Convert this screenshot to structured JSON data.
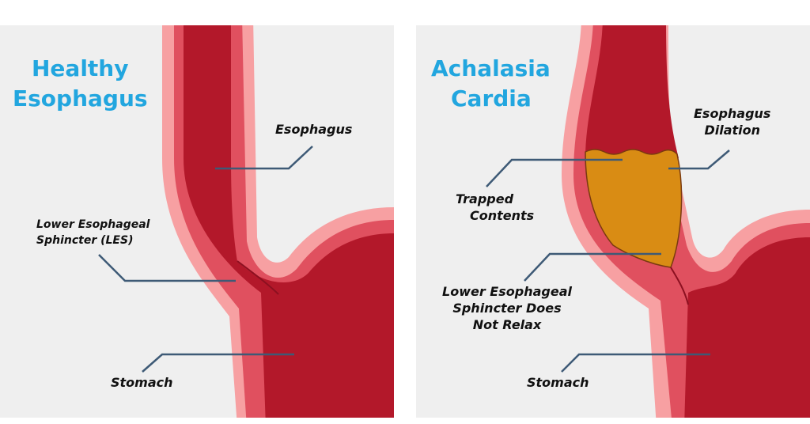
{
  "panels": [
    {
      "title": [
        "Healthy",
        "Esophagus"
      ],
      "labels": {
        "esophagus": "Esophagus",
        "les": [
          "Lower Esophageal",
          "Sphincter (LES)"
        ],
        "stomach": "Stomach"
      }
    },
    {
      "title": [
        "Achalasia",
        "Cardia"
      ],
      "labels": {
        "dilation": [
          "Esophagus",
          "Dilation"
        ],
        "trapped": [
          "Trapped",
          "Contents"
        ],
        "les": [
          "Lower Esophageal",
          "Sphincter Does",
          "Not Relax"
        ],
        "stomach": "Stomach"
      }
    }
  ],
  "colors": {
    "background": "#efefef",
    "outer": "#f7a0a2",
    "wall": "#e0505f",
    "lumen": "#b3182a",
    "contents": "#d98c14",
    "leader": "#3e5a76",
    "title": "#22a6df"
  }
}
